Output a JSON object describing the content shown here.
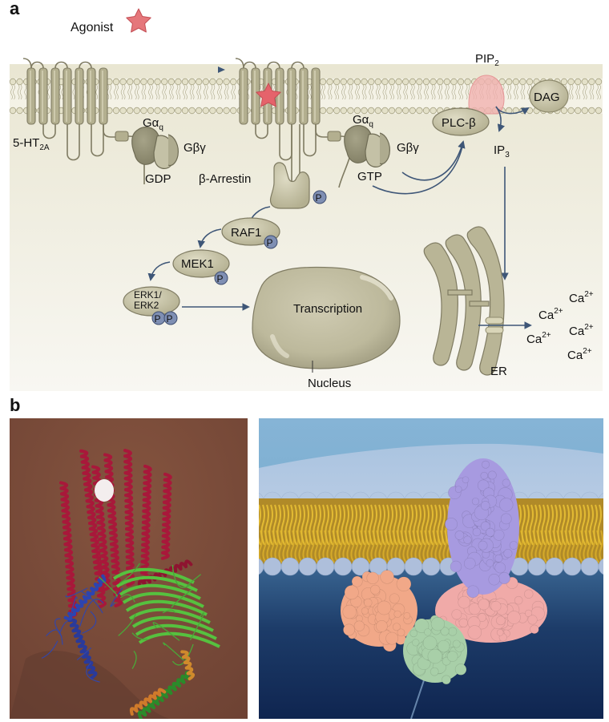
{
  "figure": {
    "panel_a": {
      "letter": "a",
      "labels": {
        "agonist": "Agonist",
        "receptor": "5-HT",
        "receptor_sub": "2A",
        "g_alpha_q_left": "Gα",
        "g_alpha_q_left_sub": "q",
        "g_beta_gamma_left": "Gβγ",
        "gdp": "GDP",
        "beta_arrestin": "β-Arrestin",
        "g_alpha_q_right": "Gα",
        "g_alpha_q_right_sub": "q",
        "g_beta_gamma_right": "Gβγ",
        "gtp": "GTP",
        "pip2": "PIP",
        "pip2_sub": "2",
        "dag": "DAG",
        "plc_beta": "PLC-β",
        "ip3": "IP",
        "ip3_sub": "3",
        "raf1": "RAF1",
        "mek1": "MEK1",
        "erk_line1": "ERK1/",
        "erk_line2": "ERK2",
        "phospho": "P",
        "transcription": "Transcription",
        "nucleus": "Nucleus",
        "er": "ER",
        "calcium": "Ca",
        "calcium_sup": "2+"
      },
      "colors": {
        "protein": "#b9b596",
        "protein_dark": "#8f8b6e",
        "agonist": "#e2676d",
        "arrow": "#3e5677",
        "phospho": "#7f8fb3",
        "pip2": "#f1b1b0",
        "cell_bg_top": "#e9e6d2",
        "cell_bg_bottom": "#f7f6f0"
      }
    },
    "panel_b": {
      "letter": "b",
      "left_image": "ribbon-structure-receptor-g-protein-complex",
      "right_image": "surface-render-receptor-in-membrane",
      "colors": {
        "left_bg": "#7a4c3c",
        "receptor_ribbon": "#b01e3c",
        "g_alpha_ribbon": "#2b3fa3",
        "g_beta_ribbon": "#4fb83a",
        "g_gamma_ribbon": "#d38a2c",
        "membrane_heads": "#b3c6e0",
        "lipid_tails": "#d9b233",
        "receptor_surface": "#a79be0",
        "g_alpha_surface": "#f2a987",
        "g_beta_surface": "#a9cfa9",
        "arrestin_surface": "#f0aaaa"
      }
    }
  }
}
